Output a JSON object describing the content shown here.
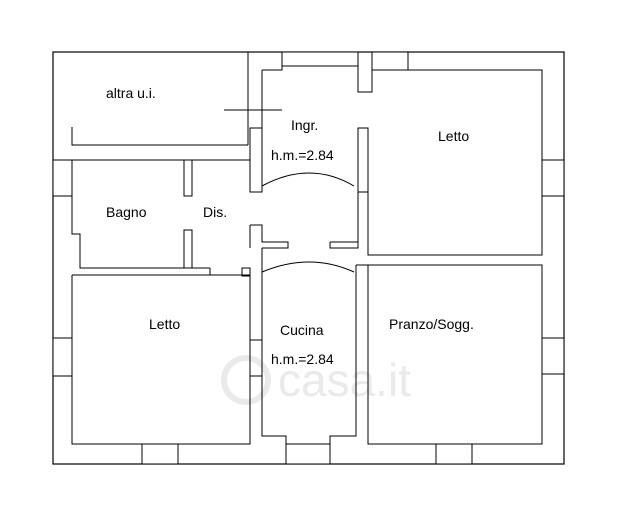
{
  "rooms": {
    "altra_ui": "altra u.i.",
    "ingresso": "Ingr.",
    "ingresso_height": "h.m.=2.84",
    "letto_top_right": "Letto",
    "bagno": "Bagno",
    "disimpegno": "Dis.",
    "letto_bottom_left": "Letto",
    "cucina": "Cucina",
    "cucina_height": "h.m.=2.84",
    "pranzo_soggiorno": "Pranzo/Sogg."
  },
  "watermark": "casa.it",
  "colors": {
    "line": "#000000",
    "background": "#ffffff",
    "watermark": "#d9d9d9"
  }
}
